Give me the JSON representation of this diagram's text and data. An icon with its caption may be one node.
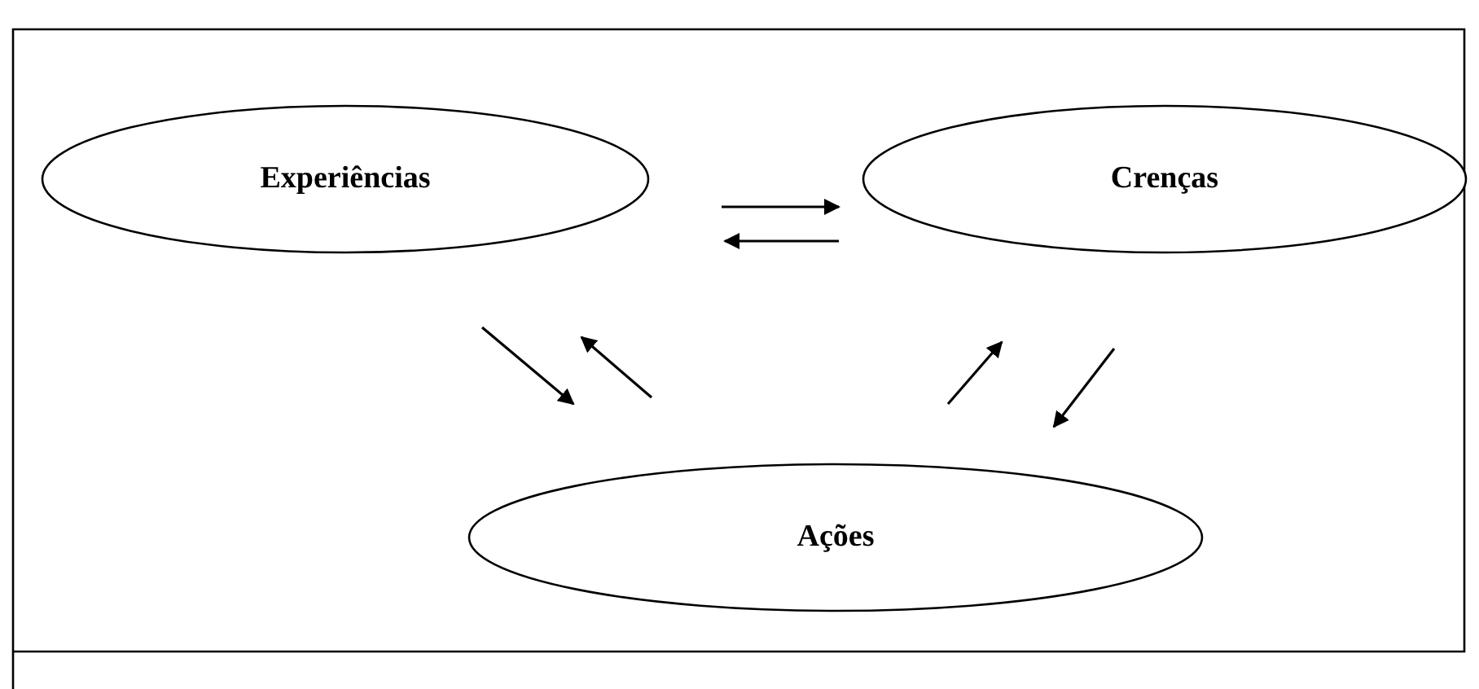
{
  "diagram": {
    "nodes": [
      {
        "text": [
          "Experiências"
        ]
      },
      {
        "text": [
          "Crenças"
        ]
      },
      {
        "text": [
          "Ações"
        ]
      }
    ],
    "edges": [
      {
        "from": 0,
        "to": 1,
        "arrow": "to"
      },
      {
        "from": 1,
        "to": 0,
        "arrow": "to"
      },
      {
        "from": 0,
        "to": 2,
        "arrow": "to"
      },
      {
        "from": 2,
        "to": 0,
        "arrow": "to"
      },
      {
        "from": 2,
        "to": 1,
        "arrow": "to"
      },
      {
        "from": 1,
        "to": 2,
        "arrow": "to"
      }
    ]
  }
}
